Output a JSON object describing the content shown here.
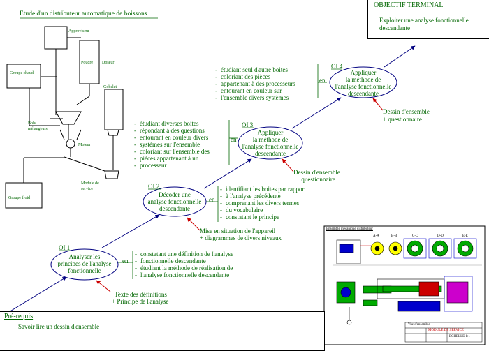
{
  "title": "Etude d'un distributeur automatique de boissons",
  "objective": {
    "heading": "OBJECTIF TERMINAL",
    "lines": [
      "Exploiter une analyse fonctionnelle",
      "descendante"
    ]
  },
  "prerequis": {
    "heading": "Pré-requis",
    "text": "Savoir lire un dessin d'ensemble"
  },
  "machine_labels": {
    "approvisionneur": "Approviseur",
    "poudre": "Poudre",
    "doseur": "Doseur",
    "groupe_chaud": "Groupe chaud",
    "gobelet": "Gobelet",
    "bols": [
      "Bols",
      "mélangeurs"
    ],
    "moteur": "Moteur",
    "module": [
      "Module de",
      "service"
    ],
    "groupe_froid": "Groupe froid"
  },
  "objectives": [
    {
      "id": "OI 1",
      "bubble": [
        "Analyser les",
        "principes de l'analyse",
        "fonctionnelle"
      ],
      "en": "en",
      "means": [
        "constatant une définition de l'analyse",
        "fonctionnelle descendante",
        "étudiant la méthode de réalisation de",
        "l'analyse fonctionnelle descendante"
      ],
      "support": [
        "Texte des définitions",
        "+ Principe de l'analyse"
      ]
    },
    {
      "id": "OI 2",
      "bubble": [
        "Décoder une",
        "analyse fonctionnelle",
        "descendante"
      ],
      "en": "en",
      "means": [
        "identifiant les boites par rapport",
        "à l'analyse précédente",
        "comprenant les divers termes",
        "du vocabulaire",
        "constatant le principe"
      ],
      "support": [
        "Mise en situation de l'appareil",
        "+ diagrammes de divers niveaux"
      ]
    },
    {
      "id": "OI 3",
      "bubble": [
        "Appliquer",
        "la méthode de",
        "l'analyse fonctionnelle",
        "descendante"
      ],
      "en": "en",
      "means": [
        "étudiant diverses boites",
        "répondant à des questions",
        "entourant en couleur divers",
        "systèmes sur l'ensemble",
        "coloriant sur l'ensemble des",
        "pièces appartenant à un",
        "processeur"
      ],
      "support": [
        "Dessin d'ensemble",
        "+ questionnaire"
      ]
    },
    {
      "id": "OI 4",
      "bubble": [
        "Appliquer",
        "la méthode de",
        "l'analyse fonctionnelle",
        "descendante"
      ],
      "en": "en",
      "means": [
        "étudiant seul d'autre boites",
        "coloriant des pièces",
        "appartenant à des processeurs",
        "entourant en couleur sur",
        "l'ensemble divers systèmes"
      ],
      "support": [
        "Dessin d'ensemble",
        "+ questionnaire"
      ]
    }
  ],
  "drawing": {
    "header": "Ensemble mécanique distributeur",
    "section_labels": [
      "A-A",
      "B-B",
      "C-C",
      "D-D",
      "E-E"
    ],
    "title_block": [
      "Vue d'ensemble",
      "MODULE DE SERVICE",
      "ECHELLE 1:1"
    ]
  },
  "colors": {
    "text": "#006600",
    "link": "#000080",
    "support_arrow": "#cc0000",
    "bubble_fill": "#ffffff"
  }
}
